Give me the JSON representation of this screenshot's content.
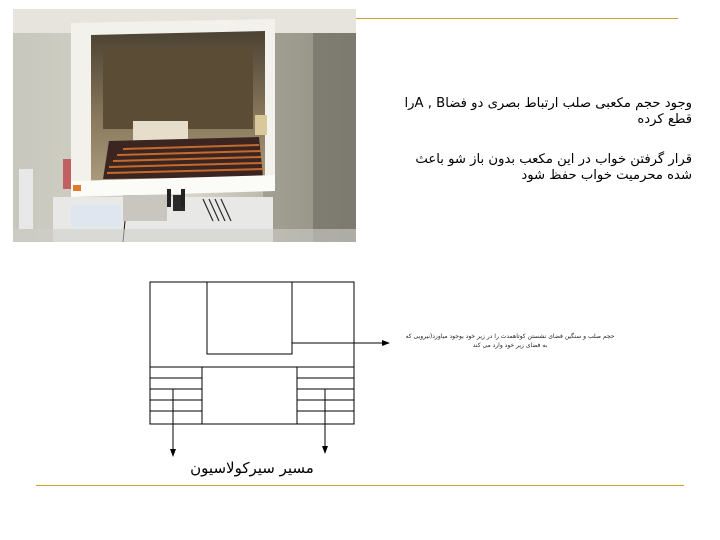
{
  "paragraphs": [
    {
      "text": "وجود حجم مکعبی صلب ارتباط بصری دو فضاA , Bرا قطع کرده"
    },
    {
      "text": "قرار گرفتن خواب در این مکعب بدون باز شو باعث شده محرمیت خواب حفظ شود"
    }
  ],
  "diagram": {
    "note": "حجم صلب و سنگین فضای نشستن کوتاهمدت را در زیر خود بوجود میاورد(نیرویی که به فضای زیر خود وارد می کند",
    "caption": "مسیر سیرکولاسیون"
  },
  "colors": {
    "accent_rule": "#c9a227"
  }
}
